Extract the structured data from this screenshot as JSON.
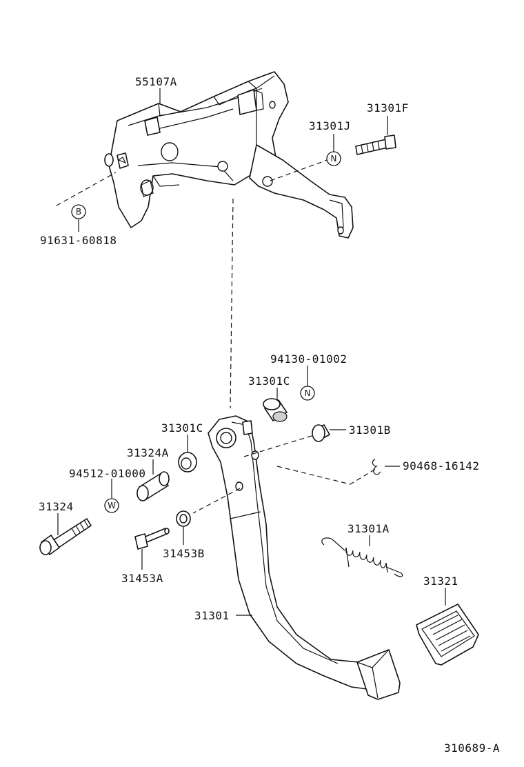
{
  "labels": {
    "p55107a": "55107A",
    "p31301f": "31301F",
    "p31301j": "31301J",
    "p91631": "91631-60818",
    "p94130": "94130-01002",
    "p31301c_upper": "31301C",
    "p31301c_lower": "31301C",
    "p31301b": "31301B",
    "p31324a": "31324A",
    "p94512": "94512-01000",
    "p90468": "90468-16142",
    "p31324": "31324",
    "p31301a": "31301A",
    "p31453b": "31453B",
    "p31453a": "31453A",
    "p31321": "31321",
    "p31301": "31301"
  },
  "badges": {
    "b_bracket": "B",
    "n_upper": "N",
    "n_lower": "N",
    "w_washer": "W"
  },
  "figure_id": "310689-A"
}
